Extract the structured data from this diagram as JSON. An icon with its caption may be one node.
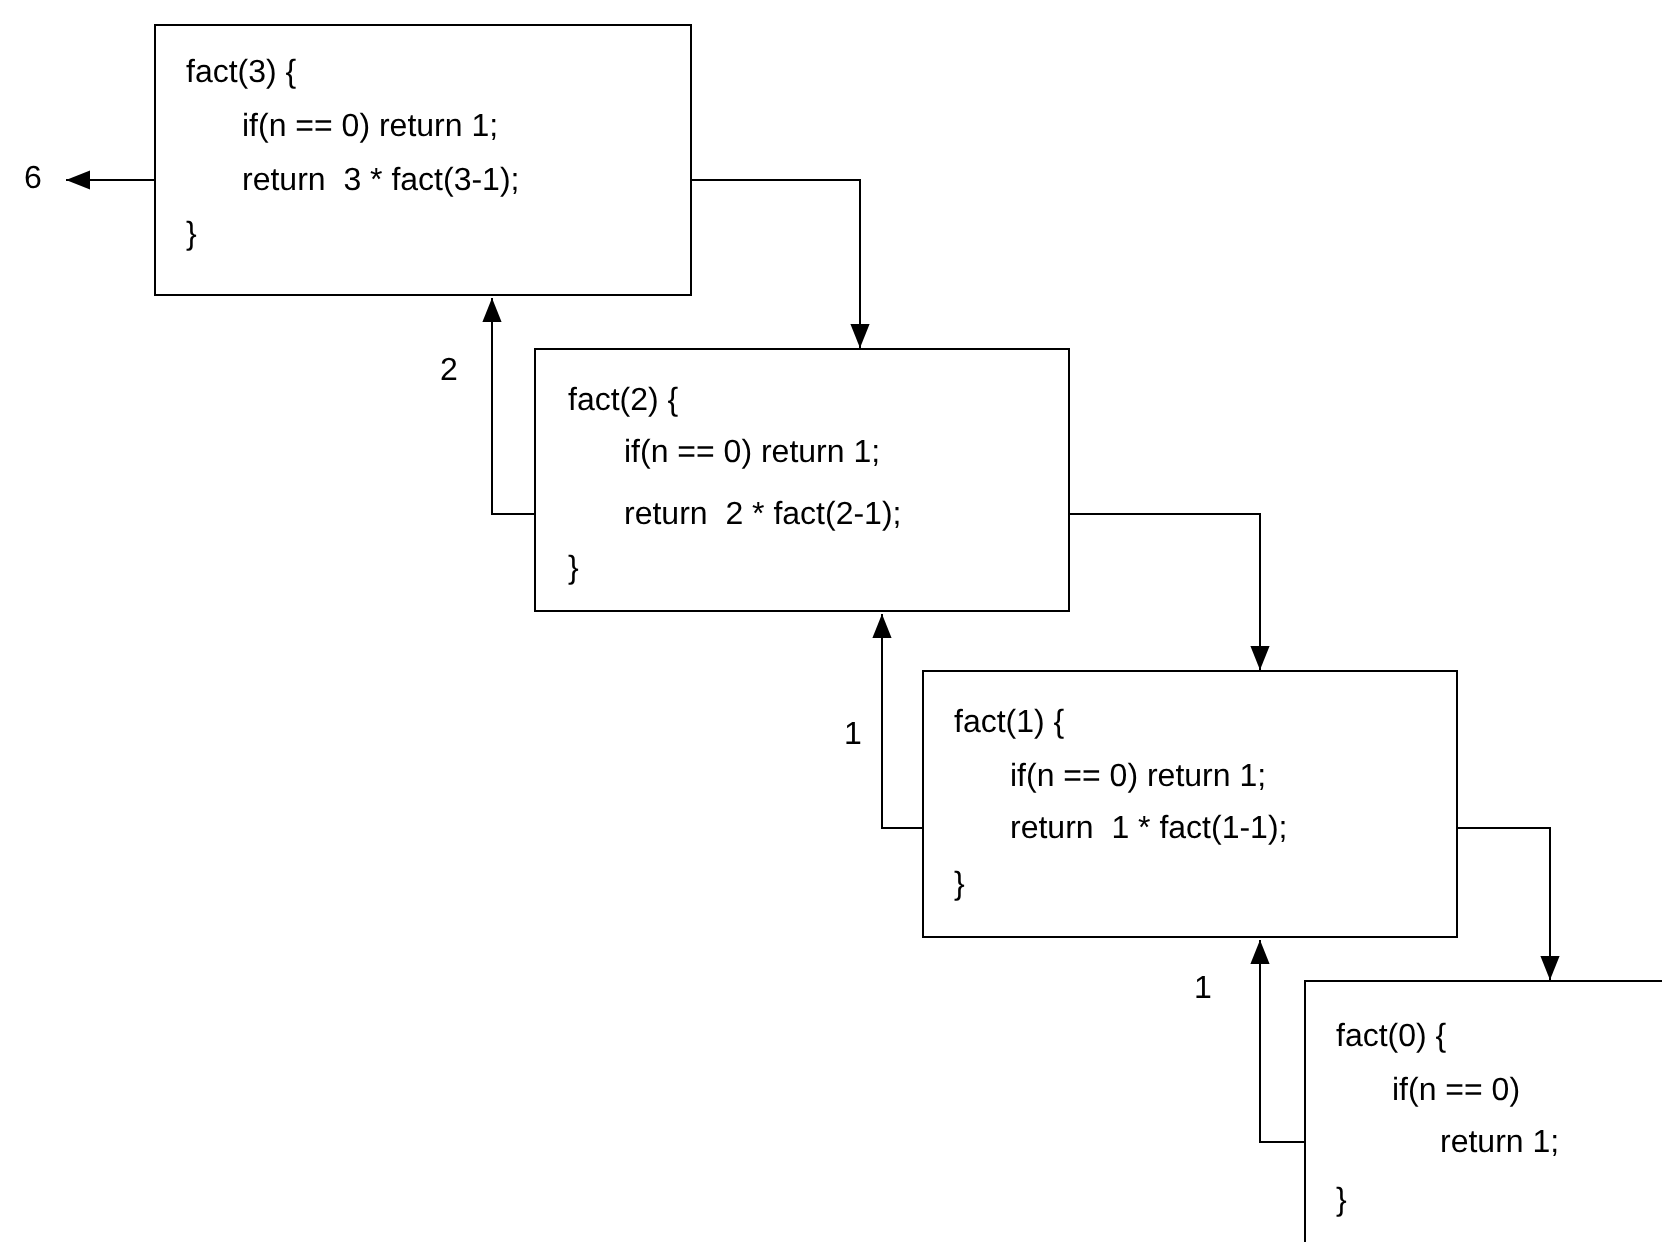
{
  "diagram": {
    "nodes": [
      {
        "text": [
          "fact(3) {",
          "if(n == 0) return 1;",
          "return  3 * fact(3-1);",
          "}"
        ]
      },
      {
        "text": [
          "fact(2) {",
          "if(n == 0) return 1;",
          "return  2 * fact(2-1);",
          "}"
        ]
      },
      {
        "text": [
          "fact(1) {",
          "if(n == 0) return 1;",
          "return  1 * fact(1-1);",
          "}"
        ]
      },
      {
        "text": [
          "fact(0) {",
          "if(n == 0)",
          "return 1;",
          "}"
        ]
      },
      {
        "text": [
          "6"
        ]
      }
    ],
    "edges": [
      {
        "from": 0,
        "to": 4,
        "arrow": "to"
      },
      {
        "from": 0,
        "to": 1,
        "arrow": "to"
      },
      {
        "from": 1,
        "to": 0,
        "label": "2",
        "arrow": "to"
      },
      {
        "from": 1,
        "to": 2,
        "arrow": "to"
      },
      {
        "from": 2,
        "to": 1,
        "label": "1",
        "arrow": "to"
      },
      {
        "from": 2,
        "to": 3,
        "arrow": "to"
      },
      {
        "from": 3,
        "to": 2,
        "label": "1",
        "arrow": "to"
      }
    ]
  }
}
